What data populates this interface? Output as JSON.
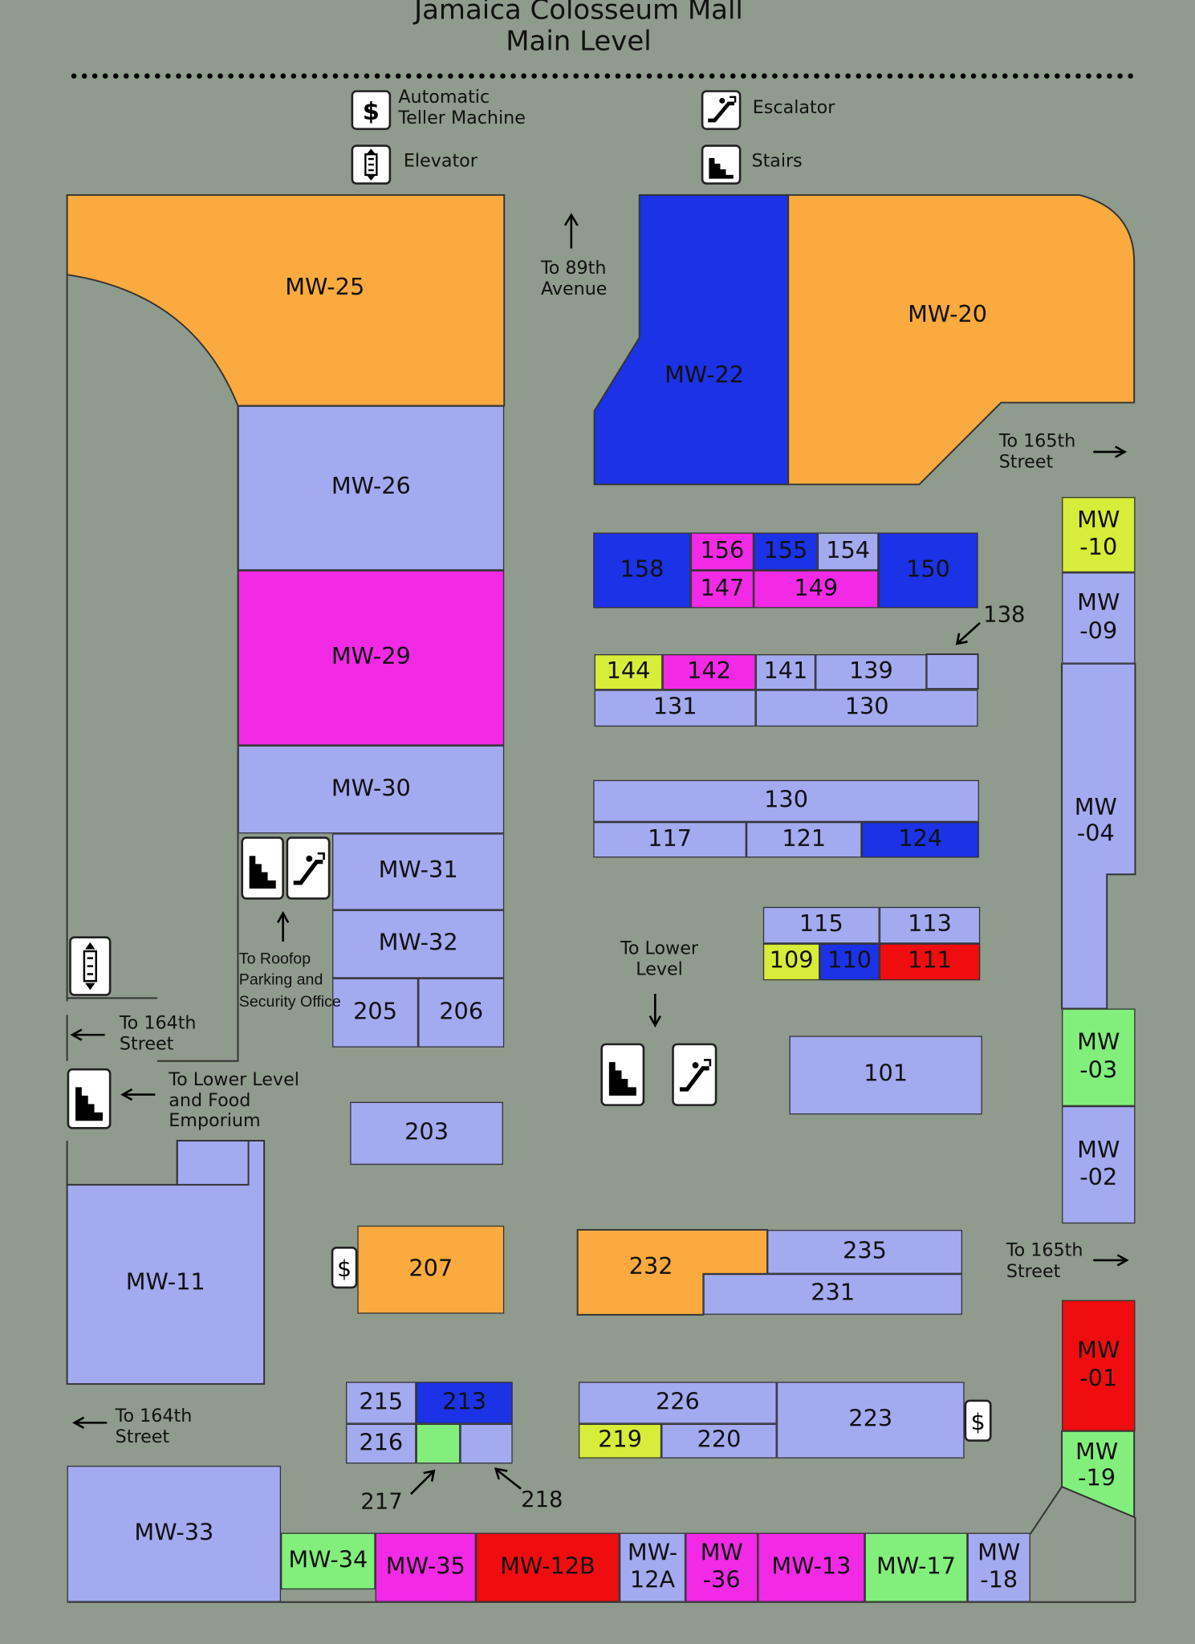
{
  "header": {
    "title_line1": "Jamaica Colosseum Mall",
    "title_line2": "Main Level"
  },
  "legend": {
    "atm": "Automatic\nTeller Machine",
    "elevator": "Elevator",
    "escalator": "Escalator",
    "stairs": "Stairs"
  },
  "units": {
    "mw25": "MW-25",
    "mw26": "MW-26",
    "mw29": "MW-29",
    "mw30": "MW-30",
    "mw31": "MW-31",
    "mw32": "MW-32",
    "mw22": "MW-22",
    "mw20": "MW-20",
    "mw10": "MW\n-10",
    "mw09": "MW\n-09",
    "mw04": "MW\n-04",
    "mw03": "MW\n-03",
    "mw02": "MW\n-02",
    "mw01": "MW\n-01",
    "mw19": "MW\n-19",
    "mw11": "MW-11",
    "mw33": "MW-33",
    "mw34": "MW-34",
    "mw35": "MW-35",
    "mw12b": "MW-12B",
    "mw12a": "MW-\n12A",
    "mw36": "MW\n-36",
    "mw13": "MW-13",
    "mw17": "MW-17",
    "mw18": "MW\n-18",
    "u158": "158",
    "u156": "156",
    "u155": "155",
    "u154": "154",
    "u150": "150",
    "u147": "147",
    "u149": "149",
    "u144": "144",
    "u142": "142",
    "u141": "141",
    "u139": "139",
    "u131": "131",
    "u130a": "130",
    "u130b": "130",
    "u117": "117",
    "u121": "121",
    "u124": "124",
    "u115": "115",
    "u113": "113",
    "u109": "109",
    "u110": "110",
    "u111": "111",
    "u101": "101",
    "u205": "205",
    "u206": "206",
    "u203": "203",
    "u207": "207",
    "u232": "232",
    "u235": "235",
    "u231": "231",
    "u215": "215",
    "u213": "213",
    "u216": "216",
    "u226": "226",
    "u223": "223",
    "u219": "219",
    "u220": "220"
  },
  "labels": {
    "to89th": "To 89th\nAvenue",
    "to165a": "To 165th\nStreet",
    "to165b": "To 165th\nStreet",
    "to164a": "To 164th\nStreet",
    "to164b": "To 164th\nStreet",
    "toLowerFood": "To Lower Level\nand Food\nEmporium",
    "toRoof": "To Roofop\nParking and\nSecurity Office",
    "toLower": "To Lower\nLevel",
    "l138": "138",
    "l217": "217",
    "l218": "218"
  },
  "colors": {
    "background": "#8f9b8d",
    "lavender": "#a3aaf0",
    "orange": "#faaa3e",
    "blue": "#1c32e6",
    "magenta": "#f22ae6",
    "green": "#82ef7c",
    "yellow": "#d8ec3a",
    "red": "#ef0d10"
  }
}
